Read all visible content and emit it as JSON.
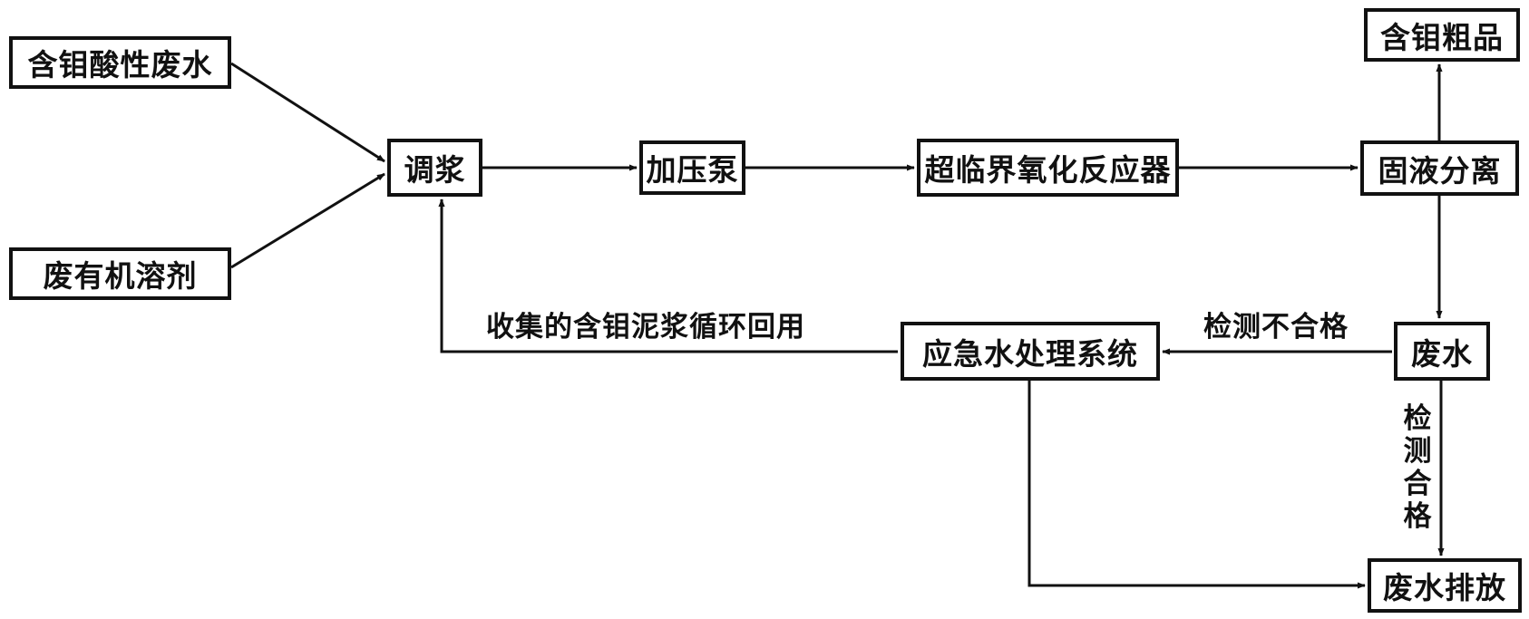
{
  "nodes": {
    "mo_acid_wastewater": "含钼酸性废水",
    "waste_solvent": "废有机溶剂",
    "slurry": "调浆",
    "pressure_pump": "加压泵",
    "scwo_reactor": "超临界氧化反应器",
    "solid_liquid_separation": "固液分离",
    "mo_crude_product": "含钼粗品",
    "wastewater": "废水",
    "emergency_system": "应急水处理系统",
    "discharge": "废水排放"
  },
  "edge_labels": {
    "test_failed": "检测不合格",
    "test_passed": "检测合格",
    "recycle": "收集的含钼泥浆循环回用"
  }
}
